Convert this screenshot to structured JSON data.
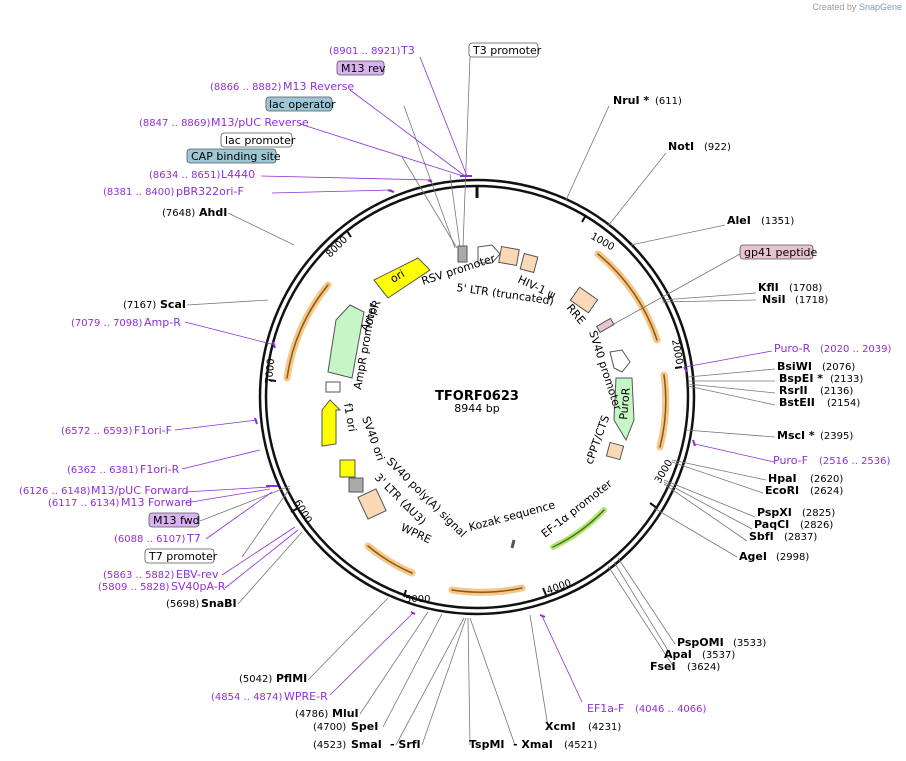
{
  "credit": {
    "prefix": "Created by",
    "brand": "SnapGene"
  },
  "plasmid": {
    "name": "TFORF0623",
    "length_label": "8944 bp",
    "length": 8944
  },
  "ticks": [
    "1000",
    "2000",
    "3000",
    "4000",
    "5000",
    "6000",
    "7000",
    "8000"
  ],
  "enzymes": [
    {
      "name": "NruI *",
      "pos": "(611)"
    },
    {
      "name": "NotI",
      "pos": "(922)"
    },
    {
      "name": "AleI",
      "pos": "(1351)"
    },
    {
      "name": "KflI",
      "pos": "(1708)"
    },
    {
      "name": "NsiI",
      "pos": "(1718)"
    },
    {
      "name": "BsiWI",
      "pos": "(2076)"
    },
    {
      "name": "BspEI *",
      "pos": "(2133)"
    },
    {
      "name": "RsrII",
      "pos": "(2136)"
    },
    {
      "name": "BstEII",
      "pos": "(2154)"
    },
    {
      "name": "MscI *",
      "pos": "(2395)"
    },
    {
      "name": "HpaI",
      "pos": "(2620)"
    },
    {
      "name": "EcoRI",
      "pos": "(2624)"
    },
    {
      "name": "PspXI",
      "pos": "(2825)"
    },
    {
      "name": "PaqCI",
      "pos": "(2826)"
    },
    {
      "name": "SbfI",
      "pos": "(2837)"
    },
    {
      "name": "AgeI",
      "pos": "(2998)"
    },
    {
      "name": "PspOMI",
      "pos": "(3533)"
    },
    {
      "name": "ApaI",
      "pos": "(3537)"
    },
    {
      "name": "FseI",
      "pos": "(3624)"
    },
    {
      "name": "XcmI",
      "pos": "(4231)"
    },
    {
      "name": "TspMI",
      "pos": "(4521)"
    },
    {
      "name": "- XmaI",
      "pos": "(4521)"
    },
    {
      "name": "SmaI",
      "pos": "(4523)"
    },
    {
      "name": "- SrfI",
      "pos": ""
    },
    {
      "name": "SpeI",
      "pos": "(4700)"
    },
    {
      "name": "MluI",
      "pos": "(4786)"
    },
    {
      "name": "PflMI",
      "pos": "(5042)"
    },
    {
      "name": "SnaBI",
      "pos": "(5698)"
    },
    {
      "name": "ScaI",
      "pos": "(7167)"
    },
    {
      "name": "AhdI",
      "pos": "(7648)"
    }
  ],
  "primers": [
    {
      "name": "T3",
      "pos": "(8901 .. 8921)"
    },
    {
      "name": "M13 Reverse",
      "pos": "(8866 .. 8882)"
    },
    {
      "name": "M13/pUC Reverse",
      "pos": "(8847 .. 8869)"
    },
    {
      "name": "L4440",
      "pos": "(8634 .. 8651)"
    },
    {
      "name": "pBR322ori-F",
      "pos": "(8381 .. 8400)"
    },
    {
      "name": "Amp-R",
      "pos": "(7079 .. 7098)"
    },
    {
      "name": "F1ori-F",
      "pos": "(6572 .. 6593)"
    },
    {
      "name": "F1ori-R",
      "pos": "(6362 .. 6381)"
    },
    {
      "name": "M13/pUC Forward",
      "pos": "(6126 .. 6148)"
    },
    {
      "name": "M13 Forward",
      "pos": "(6117 .. 6134)"
    },
    {
      "name": "T7",
      "pos": "(6088 .. 6107)"
    },
    {
      "name": "EBV-rev",
      "pos": "(5863 .. 5882)"
    },
    {
      "name": "SV40pA-R",
      "pos": "(5809 .. 5828)"
    },
    {
      "name": "WPRE-R",
      "pos": "(4854 .. 4874)"
    },
    {
      "name": "EF1a-F",
      "pos": "(4046 .. 4066)"
    },
    {
      "name": "Puro-R",
      "pos": "(2020 .. 2039)"
    },
    {
      "name": "Puro-F",
      "pos": "(2516 .. 2536)"
    }
  ],
  "boxed_features": [
    {
      "name": "T3 promoter"
    },
    {
      "name": "M13 rev"
    },
    {
      "name": "lac operator"
    },
    {
      "name": "lac promoter"
    },
    {
      "name": "CAP binding site"
    },
    {
      "name": "gp41 peptide"
    },
    {
      "name": "M13 fwd"
    },
    {
      "name": "T7 promoter"
    }
  ],
  "inner_features": [
    {
      "name": "RSV promoter"
    },
    {
      "name": "5' LTR (truncated)"
    },
    {
      "name": "HIV-1 ψ"
    },
    {
      "name": "RRE"
    },
    {
      "name": "SV40 promoter"
    },
    {
      "name": "PuroR"
    },
    {
      "name": "cPPT/CTS"
    },
    {
      "name": "EF-1α promoter"
    },
    {
      "name": "Kozak sequence"
    },
    {
      "name": "WPRE"
    },
    {
      "name": "3' LTR (ΔU3)"
    },
    {
      "name": "SV40 poly(A) signal"
    },
    {
      "name": "SV40 ori"
    },
    {
      "name": "f1 ori"
    },
    {
      "name": "AmpR promoter"
    },
    {
      "name": "AmpR"
    },
    {
      "name": "ori"
    }
  ],
  "colors": {
    "primer": "#8f2fd6",
    "orf": "#e8a33a",
    "ori": "#ffff00",
    "ampr": "#c6f5c6",
    "peach": "#fbd9b6",
    "lacop": "#9cc7d6",
    "m13": "#d9b3f0",
    "gp41": "#e8c4cf"
  }
}
